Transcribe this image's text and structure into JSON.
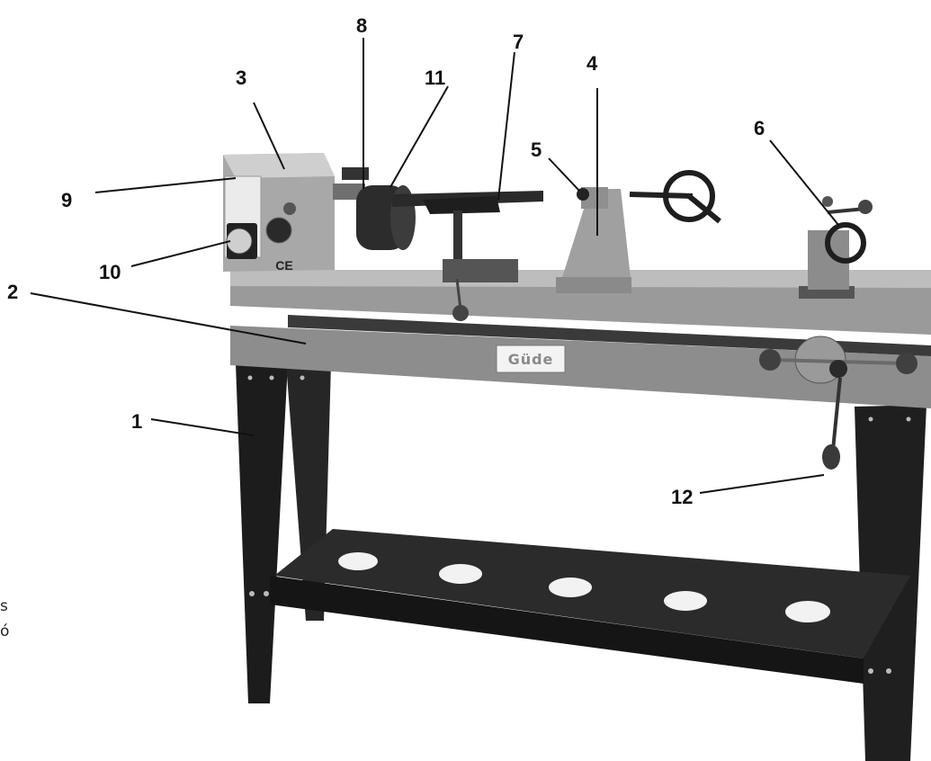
{
  "callouts": [
    {
      "id": "1",
      "text": "1"
    },
    {
      "id": "2",
      "text": "2"
    },
    {
      "id": "3",
      "text": "3"
    },
    {
      "id": "4",
      "text": "4"
    },
    {
      "id": "5",
      "text": "5"
    },
    {
      "id": "6",
      "text": "6"
    },
    {
      "id": "7",
      "text": "7"
    },
    {
      "id": "8",
      "text": "8"
    },
    {
      "id": "9",
      "text": "9"
    },
    {
      "id": "10",
      "text": "10"
    },
    {
      "id": "11",
      "text": "11"
    },
    {
      "id": "12",
      "text": "12"
    }
  ],
  "brand": "Güde",
  "ce_mark": "CE",
  "side_text": [
    "s",
    "ó"
  ]
}
